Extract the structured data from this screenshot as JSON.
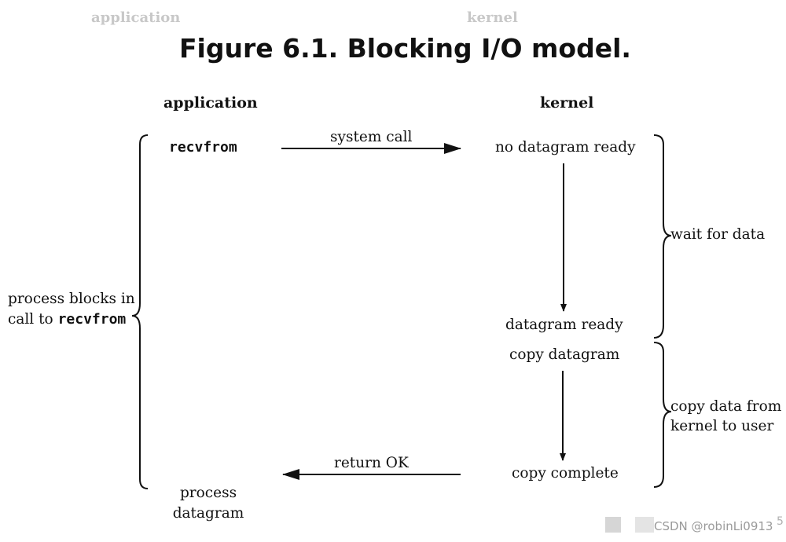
{
  "ghost_header": {
    "left": "application",
    "right": "kernel"
  },
  "title": "Figure 6.1. Blocking I/O model.",
  "columns": {
    "application": "application",
    "kernel": "kernel"
  },
  "application": {
    "call": "recvfrom",
    "end_line1": "process",
    "end_line2": "datagram"
  },
  "blocking_label": {
    "line1": "process blocks in",
    "line2_prefix": "call to ",
    "line2_code": "recvfrom"
  },
  "arrows": {
    "system_call": "system call",
    "return_ok": "return OK"
  },
  "kernel": {
    "no_datagram_ready": "no datagram ready",
    "datagram_ready": "datagram ready",
    "copy_datagram": "copy datagram",
    "copy_complete": "copy complete"
  },
  "phases": {
    "wait": "wait for data",
    "copy_line1": "copy data from",
    "copy_line2": "kernel to user"
  },
  "watermark": {
    "text": "CSDN @robinLi0913",
    "page_number": "5"
  }
}
